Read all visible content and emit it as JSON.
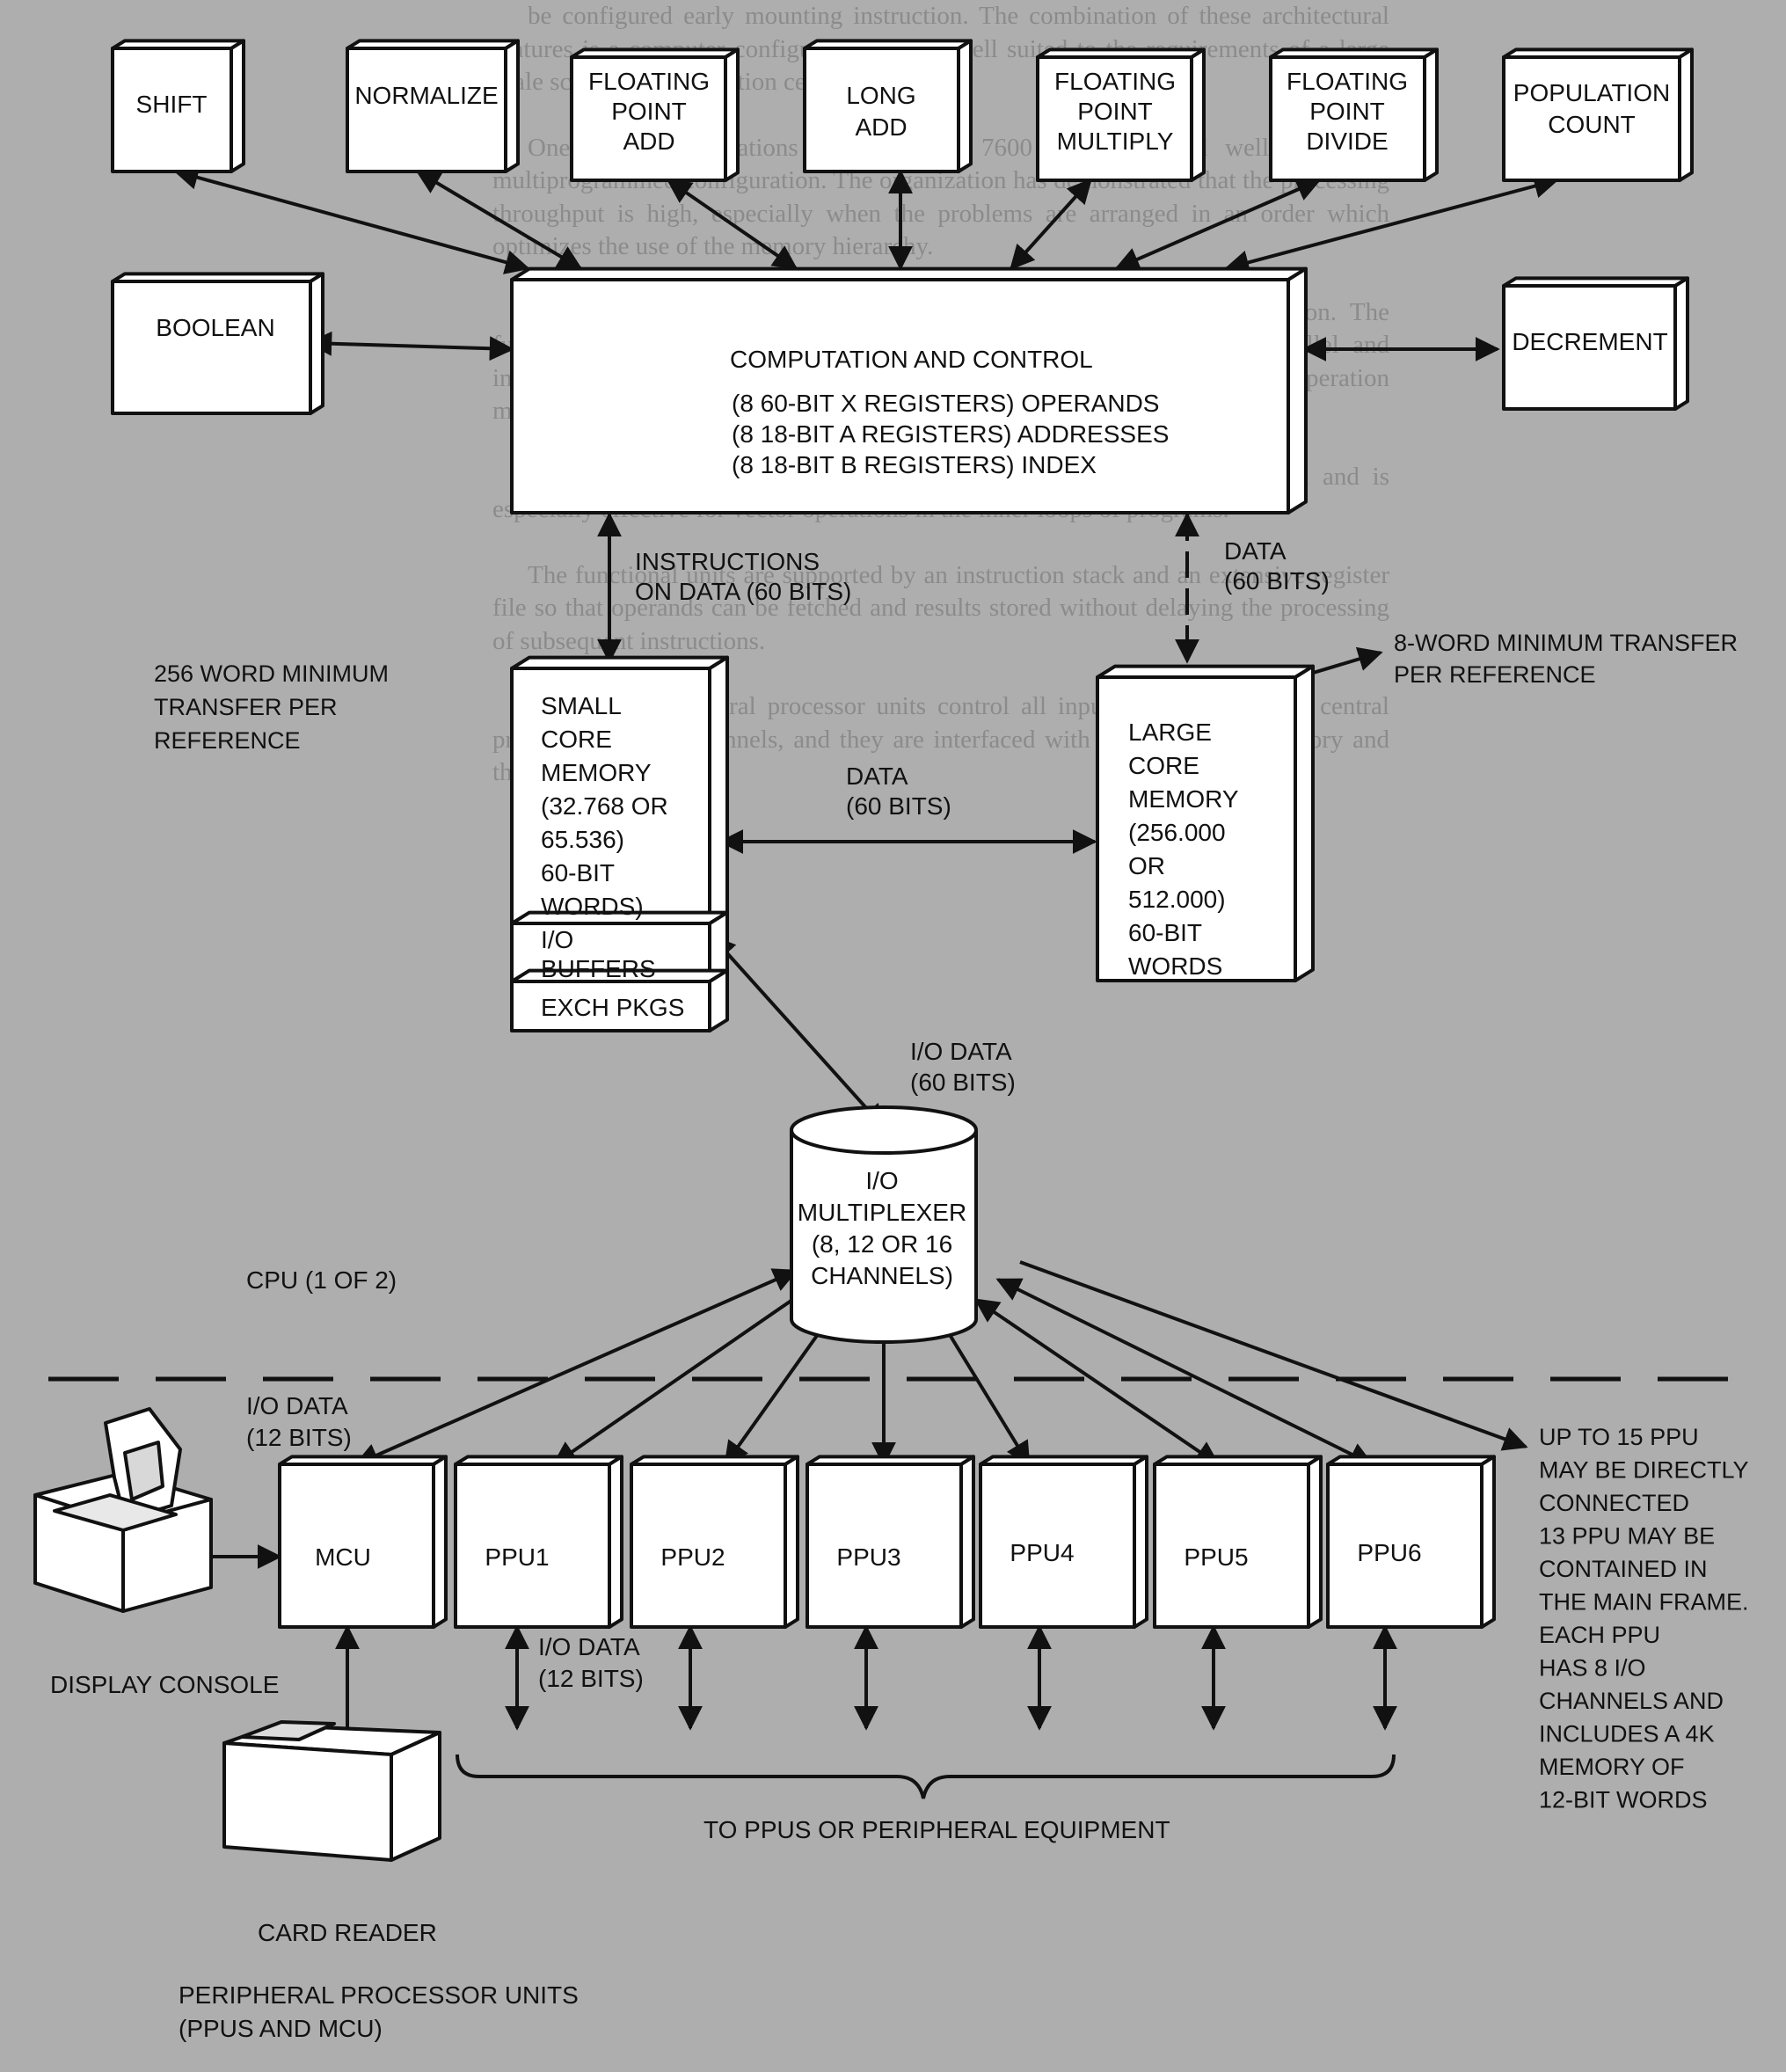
{
  "units": {
    "shift": [
      "SHIFT"
    ],
    "normalize": [
      "NORMALIZE"
    ],
    "fp_add": [
      "FLOATING",
      "POINT",
      "ADD"
    ],
    "long_add": [
      "LONG",
      "ADD"
    ],
    "fp_multiply": [
      "FLOATING",
      "POINT",
      "MULTIPLY"
    ],
    "fp_divide": [
      "FLOATING",
      "POINT",
      "DIVIDE"
    ],
    "population_count": [
      "POPULATION",
      "COUNT"
    ],
    "boolean": [
      "BOOLEAN"
    ],
    "decrement": [
      "DECREMENT"
    ]
  },
  "cpu": {
    "title": "COMPUTATION AND CONTROL",
    "lines": [
      "(8 60-BIT X REGISTERS) OPERANDS",
      "(8 18-BIT A REGISTERS) ADDRESSES",
      "(8 18-BIT B REGISTERS) INDEX"
    ]
  },
  "scm": {
    "lines": [
      "SMALL",
      "CORE",
      "MEMORY",
      "(32.768 OR",
      "65.536)",
      "60-BIT",
      "WORDS)"
    ],
    "io_buffers": [
      "I/O",
      "BUFFERS"
    ],
    "exch_pkgs": "EXCH PKGS"
  },
  "lcm": {
    "lines": [
      "LARGE",
      "CORE",
      "MEMORY",
      "(256.000",
      "OR",
      "512.000)",
      "60-BIT",
      "WORDS"
    ]
  },
  "io_mux": {
    "lines": [
      "I/O",
      "MULTIPLEXER",
      "(8, 12 OR 16",
      "CHANNELS)"
    ]
  },
  "labels": {
    "instructions": [
      "INSTRUCTIONS",
      "ON DATA (60 BITS)"
    ],
    "data_lcm": [
      "DATA",
      "(60 BITS)"
    ],
    "data_mid": [
      "DATA",
      "(60 BITS)"
    ],
    "io_data_mux": [
      "I/O DATA",
      "(60 BITS)"
    ],
    "min_transfer_256": [
      "256 WORD MINIMUM",
      "TRANSFER PER",
      "REFERENCE"
    ],
    "min_transfer_8": [
      "8-WORD MINIMUM TRANSFER",
      "PER REFERENCE"
    ],
    "cpu_count": "CPU (1 OF 2)",
    "io_data_12_left": [
      "I/O DATA",
      "(12 BITS)"
    ],
    "io_data_12_mid": [
      "I/O DATA",
      "(12 BITS)"
    ],
    "ppu_note": [
      "UP TO 15 PPU",
      "MAY BE DIRECTLY",
      "CONNECTED",
      "13 PPU MAY BE",
      "CONTAINED IN",
      "THE MAIN FRAME.",
      "EACH PPU",
      "HAS 8 I/O",
      "CHANNELS AND",
      "INCLUDES A 4K",
      "MEMORY OF",
      "12-BIT WORDS"
    ],
    "to_ppus": "TO PPUS OR PERIPHERAL EQUIPMENT",
    "display_console": "DISPLAY CONSOLE",
    "card_reader": "CARD READER",
    "ppu_caption": [
      "PERIPHERAL PROCESSOR UNITS",
      "(PPUS AND MCU)"
    ]
  },
  "ppus": {
    "mcu": "MCU",
    "ppu1": "PPU1",
    "ppu2": "PPU2",
    "ppu3": "PPU3",
    "ppu4": "PPU4",
    "ppu5": "PPU5",
    "ppu6": "PPU6"
  },
  "background_text": [
    "be configured early mounting instruction. The combination of these architectural features is a computer configuration that is well suited to the requirements of a large scale scientific computation center.",
    "One of the applications in which the 7600 has performed well is in the multiprogrammed configuration. The organization has demonstrated that the processing throughput is high, especially when the problems are arranged in an order which optimizes the use of the memory hierarchy.",
    "CPU. The system's central processor has the segmented CPU instruction. The functional units can operate concurrently with the CPU, in a highly parallel and independent manner. Each of the functional units is segmented so that a new operation may be started each clock period.",
    "This segmented unit configuration is used for most of the instructions, and is especially effective for vector operations in the inner loops of programs.",
    "The functional units are supported by an instruction stack and an extensive register file so that operands can be fetched and results stored without delaying the processing of subsequent instructions.",
    "PPUs. The peripheral processor units control all input and output to the central processor through channels, and they are interfaced with the small core memory and the I/O multiplexer."
  ]
}
